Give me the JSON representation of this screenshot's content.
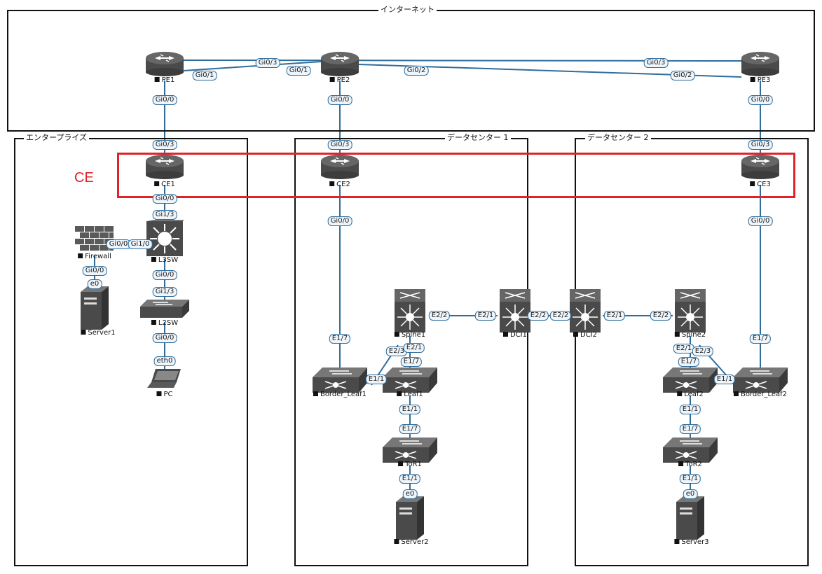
{
  "zones": {
    "internet": "インターネット",
    "enterprise": "エンタープライズ",
    "dc1": "データセンター 1",
    "dc2": "データセンター 2"
  },
  "highlight": {
    "label": "CE",
    "color": "#e0222a"
  },
  "colors": {
    "link": "#2f6d9c",
    "device": "#5a5a5a"
  },
  "devices": [
    {
      "id": "pe1",
      "label": "PE1",
      "icon": "router-icon"
    },
    {
      "id": "pe2",
      "label": "PE2",
      "icon": "router-icon"
    },
    {
      "id": "pe3",
      "label": "PE3",
      "icon": "router-icon"
    },
    {
      "id": "ce1",
      "label": "CE1",
      "icon": "router-icon"
    },
    {
      "id": "ce2",
      "label": "CE2",
      "icon": "router-icon"
    },
    {
      "id": "ce3",
      "label": "CE3",
      "icon": "router-icon"
    },
    {
      "id": "firewall",
      "label": "Firewall",
      "icon": "firewall-icon"
    },
    {
      "id": "l3sw",
      "label": "L3SW",
      "icon": "l3-switch-icon"
    },
    {
      "id": "l2sw",
      "label": "L2SW",
      "icon": "l2-switch-icon"
    },
    {
      "id": "server1",
      "label": "Server1",
      "icon": "server-icon"
    },
    {
      "id": "pc",
      "label": "PC",
      "icon": "laptop-icon"
    },
    {
      "id": "spine1",
      "label": "Spine1",
      "icon": "nexus-icon"
    },
    {
      "id": "dci1",
      "label": "DCI1",
      "icon": "nexus-icon"
    },
    {
      "id": "dci2",
      "label": "DCI2",
      "icon": "nexus-icon"
    },
    {
      "id": "spine2",
      "label": "Spine2",
      "icon": "nexus-icon"
    },
    {
      "id": "border_leaf1",
      "label": "Border_Leaf1",
      "icon": "leaf-switch-icon"
    },
    {
      "id": "leaf1",
      "label": "Leaf1",
      "icon": "leaf-switch-icon"
    },
    {
      "id": "tor1",
      "label": "ToR1",
      "icon": "leaf-switch-icon"
    },
    {
      "id": "server2",
      "label": "Server2",
      "icon": "server-icon"
    },
    {
      "id": "leaf2",
      "label": "Leaf2",
      "icon": "leaf-switch-icon"
    },
    {
      "id": "border_leaf2",
      "label": "Border_Leaf2",
      "icon": "leaf-switch-icon"
    },
    {
      "id": "tor2",
      "label": "ToR2",
      "icon": "leaf-switch-icon"
    },
    {
      "id": "server3",
      "label": "Server3",
      "icon": "server-icon"
    }
  ],
  "links": [
    {
      "a": "pe1",
      "b": "pe2",
      "a_port": "Gi0/1",
      "b_port": "Gi0/1"
    },
    {
      "a": "pe1",
      "b": "pe3",
      "a_port": "Gi0/3",
      "b_port": "Gi0/3"
    },
    {
      "a": "pe2",
      "b": "pe3",
      "a_port": "Gi0/2",
      "b_port": "Gi0/2"
    },
    {
      "a": "pe1",
      "b": "ce1",
      "a_port": "Gi0/0",
      "b_port": "Gi0/3"
    },
    {
      "a": "pe2",
      "b": "ce2",
      "a_port": "Gi0/0",
      "b_port": "Gi0/3"
    },
    {
      "a": "pe3",
      "b": "ce3",
      "a_port": "Gi0/0",
      "b_port": "Gi0/3"
    },
    {
      "a": "ce1",
      "b": "l3sw",
      "a_port": "Gi0/0",
      "b_port": "Gi1/3"
    },
    {
      "a": "firewall",
      "b": "l3sw",
      "a_port": "Gi0/0",
      "b_port": "Gi1/0"
    },
    {
      "a": "firewall",
      "b": "server1",
      "a_port": "Gi0/0",
      "b_port": "e0"
    },
    {
      "a": "l3sw",
      "b": "l2sw",
      "a_port": "Gi0/0",
      "b_port": "Gi1/3"
    },
    {
      "a": "l2sw",
      "b": "pc",
      "a_port": "Gi0/0",
      "b_port": "eth0"
    },
    {
      "a": "ce2",
      "b": "border_leaf1",
      "a_port": "Gi0/0",
      "b_port": "E1/7"
    },
    {
      "a": "spine1",
      "b": "dci1",
      "a_port": "E2/2",
      "b_port": "E2/1"
    },
    {
      "a": "dci1",
      "b": "dci2",
      "a_port": "E2/2",
      "b_port": "E2/2"
    },
    {
      "a": "spine1",
      "b": "border_leaf1",
      "a_port": "E2/3",
      "b_port": "E1/1"
    },
    {
      "a": "spine1",
      "b": "leaf1",
      "a_port": "E2/1",
      "b_port": "E1/7"
    },
    {
      "a": "leaf1",
      "b": "tor1",
      "a_port": "E1/1",
      "b_port": "E1/7"
    },
    {
      "a": "tor1",
      "b": "server2",
      "a_port": "E1/1",
      "b_port": "e0"
    },
    {
      "a": "ce3",
      "b": "border_leaf2",
      "a_port": "Gi0/0",
      "b_port": "E1/7"
    },
    {
      "a": "dci2",
      "b": "spine2",
      "a_port": "E2/1",
      "b_port": "E2/2"
    },
    {
      "a": "spine2",
      "b": "leaf2",
      "a_port": "E2/1",
      "b_port": "E1/7"
    },
    {
      "a": "spine2",
      "b": "border_leaf2",
      "a_port": "E2/3",
      "b_port": "E1/1"
    },
    {
      "a": "leaf2",
      "b": "tor2",
      "a_port": "E1/1",
      "b_port": "E1/7"
    },
    {
      "a": "tor2",
      "b": "server3",
      "a_port": "E1/1",
      "b_port": "e0"
    }
  ]
}
